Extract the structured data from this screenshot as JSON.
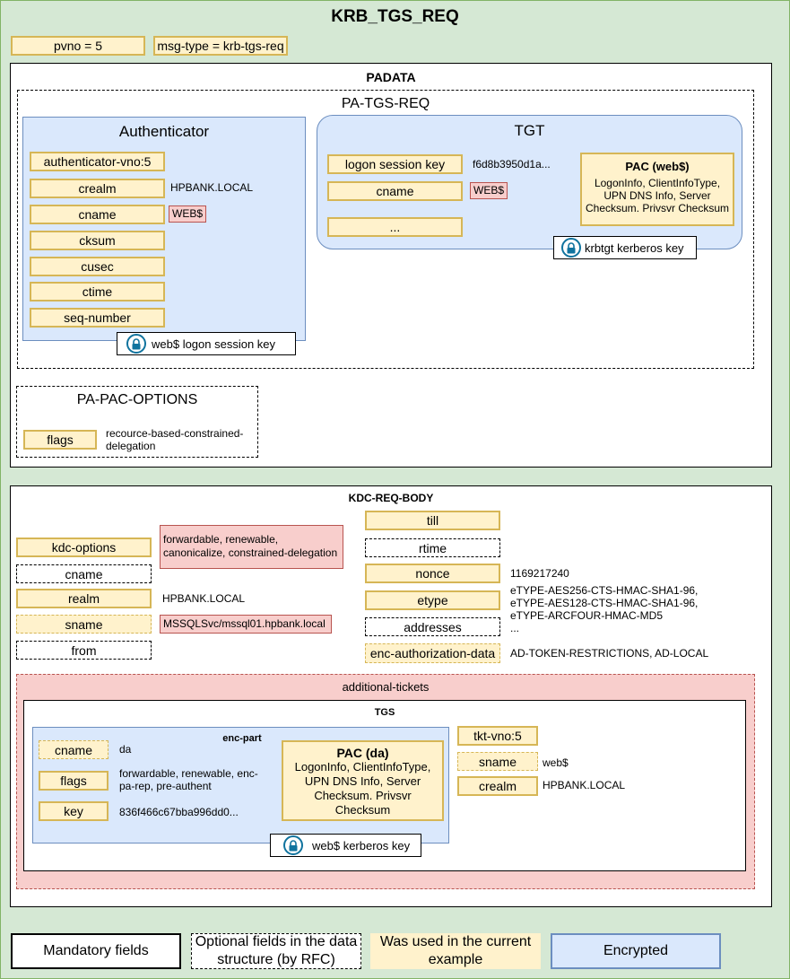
{
  "title": "KRB_TGS_REQ",
  "header_fields": {
    "pvno": "pvno = 5",
    "msg_type": "msg-type = krb-tgs-req"
  },
  "padata": {
    "title": "PADATA",
    "pa_tgs_req": {
      "title": "PA-TGS-REQ",
      "authenticator": {
        "title": "Authenticator",
        "fields": [
          "authenticator-vno:5",
          "crealm",
          "cname",
          "cksum",
          "cusec",
          "ctime",
          "seq-number"
        ],
        "crealm_value": "HPBANK.LOCAL",
        "cname_value": "WEB$",
        "key_label": "web$ logon session key"
      },
      "tgt": {
        "title": "TGT",
        "fields": [
          "logon session key",
          "cname",
          "..."
        ],
        "logon_session_key_value": "f6d8b3950d1a...",
        "cname_value": "WEB$",
        "pac_title": "PAC (web$)",
        "pac_text": "LogonInfo, ClientInfoType, UPN DNS Info, Server Checksum. Privsvr Checksum",
        "key_label": "krbtgt kerberos key"
      }
    },
    "pa_pac_options": {
      "title": "PA-PAC-OPTIONS",
      "flags_label": "flags",
      "flags_value": "recource-based-constrained-delegation"
    }
  },
  "kdc_req_body": {
    "title": "KDC-REQ-BODY",
    "left_fields": [
      "kdc-options",
      "cname",
      "realm",
      "sname",
      "from"
    ],
    "kdc_options_value": "forwardable, renewable, canonicalize, constrained-delegation",
    "realm_value": "HPBANK.LOCAL",
    "sname_value": "MSSQLSvc/mssql01.hpbank.local",
    "right_fields": [
      "till",
      "rtime",
      "nonce",
      "etype",
      "addresses",
      "enc-authorization-data"
    ],
    "nonce_value": "1169217240",
    "etype_value": "eTYPE-AES256-CTS-HMAC-SHA1-96, eTYPE-AES128-CTS-HMAC-SHA1-96, eTYPE-ARCFOUR-HMAC-MD5",
    "addresses_value": "...",
    "enc_auth_value": "AD-TOKEN-RESTRICTIONS, AD-LOCAL",
    "additional_tickets": {
      "title": "additional-tickets",
      "tgs": {
        "title": "TGS",
        "enc_part": {
          "title": "enc-part",
          "fields": [
            "cname",
            "flags",
            "key"
          ],
          "cname_value": "da",
          "flags_value": "forwardable, renewable, enc-pa-rep, pre-authent",
          "key_value": "836f466c67bba996dd0...",
          "pac_title": "PAC (da)",
          "pac_text": "LogonInfo, ClientInfoType, UPN DNS Info, Server Checksum. Privsvr Checksum",
          "key_label": "web$ kerberos key"
        },
        "fields": [
          "tkt-vno:5",
          "sname",
          "crealm"
        ],
        "sname_value": "web$",
        "crealm_value": "HPBANK.LOCAL"
      }
    }
  },
  "legend": [
    "Mandatory fields",
    "Optional fields in the data structure (by RFC)",
    "Was used in the current example",
    "Encrypted"
  ],
  "colors": {
    "background_green": "#d5e8d4",
    "used_yellow": "#fff2cc",
    "used_border": "#d6b656",
    "encrypted_blue": "#dae8fc",
    "encrypted_border": "#6c8ebf",
    "value_pink": "#f8cecc",
    "lock_icon": "#10739e"
  }
}
